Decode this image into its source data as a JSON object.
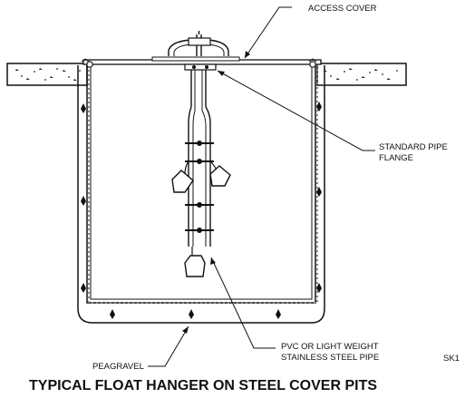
{
  "labels": {
    "access_cover": "ACCESS COVER",
    "pipe_flange_line1": "STANDARD PIPE",
    "pipe_flange_line2": "FLANGE",
    "pipe_line1": "PVC OR LIGHT WEIGHT",
    "pipe_line2": "STAINLESS STEEL PIPE",
    "peagravel": "PEAGRAVEL",
    "sheet_ref": "SK1"
  },
  "title": "TYPICAL FLOAT HANGER ON STEEL COVER PITS"
}
